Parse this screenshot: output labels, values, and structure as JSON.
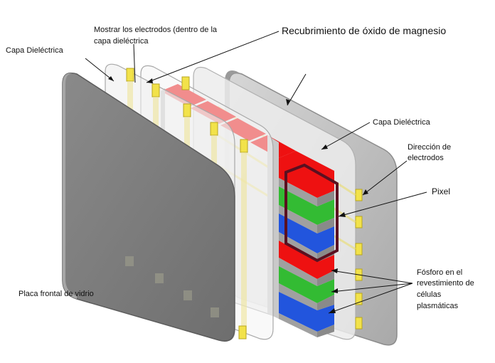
{
  "labels": {
    "capa_dielectrica_left": "Capa Dieléctrica",
    "mostrar_electrodos_1": "Mostrar los electrodos (dentro de la",
    "mostrar_electrodos_2": "capa dieléctrica",
    "recubrimiento": "Recubrimiento de óxido de magnesio",
    "capa_dielectrica_right": "Capa Dieléctrica",
    "direccion_1": "Dirección de",
    "direccion_2": "electrodos",
    "pixel": "Pixel",
    "fosforo_1": "Fósforo en el",
    "fosforo_2": "revestimiento de",
    "fosforo_3": "células",
    "fosforo_4": "plasmáticas",
    "placa_frontal": "Placa frontal de vidrio"
  },
  "colors": {
    "phosphor_red": "#ee1111",
    "phosphor_green": "#33bb33",
    "phosphor_blue": "#2255dd",
    "pixel_outline": "#5a1020",
    "electrode_yellow": "#f2e24a",
    "front_glass": "#7b7b7b",
    "back_glass": "#bdbdbd"
  }
}
